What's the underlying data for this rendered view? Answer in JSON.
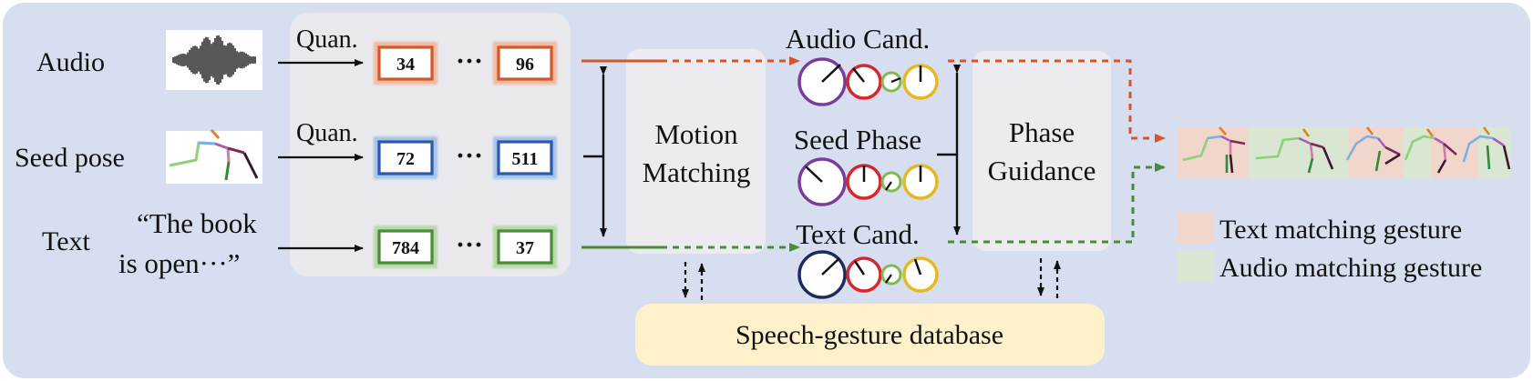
{
  "inputs": {
    "audio": "Audio",
    "seed_pose": "Seed pose",
    "text": "Text",
    "quote_line1": "“The book",
    "quote_line2": "is open···”"
  },
  "quantization": {
    "label_1": "Quan.",
    "label_2": "Quan.",
    "ellipsis": "···",
    "audio_tokens": [
      "34",
      "96"
    ],
    "pose_tokens": [
      "72",
      "511"
    ],
    "text_tokens": [
      "784",
      "37"
    ]
  },
  "modules": {
    "motion_matching_line1": "Motion",
    "motion_matching_line2": "Matching",
    "phase_guidance_line1": "Phase",
    "phase_guidance_line2": "Guidance",
    "database": "Speech-gesture database"
  },
  "phases": {
    "audio_cand": "Audio Cand.",
    "seed_phase": "Seed Phase",
    "text_cand": "Text Cand."
  },
  "legend": {
    "text_matching": "Text matching gesture",
    "audio_matching": "Audio matching gesture"
  },
  "colors": {
    "background_panel": "#d6deef",
    "token_box_panel": "#e9e9ed",
    "module_box": "#ececf0",
    "database_box": "#fdf1cc",
    "audio_orange": "#d2582a",
    "pose_blue": "#2a5aa8",
    "text_green": "#4a8a3a",
    "text_match_fill": "#f1d6cb",
    "audio_match_fill": "#d8e6d2",
    "dial_purple": "#7a3c98",
    "dial_red": "#d8262e",
    "dial_green": "#7cbb4e",
    "dial_yellow": "#e6b820",
    "dial_navy": "#1c2a5e"
  },
  "icons": [
    "waveform-icon",
    "seed-pose-skeleton-icon",
    "phase-dial-icon",
    "gesture-sequence-icon"
  ]
}
